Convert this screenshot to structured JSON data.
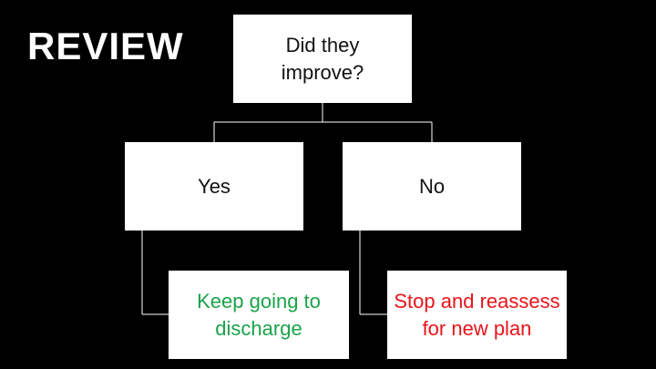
{
  "slide": {
    "title": "REVIEW"
  },
  "flowchart": {
    "question": {
      "lines": [
        "Did they",
        "improve?"
      ]
    },
    "yes": {
      "label": "Yes"
    },
    "no": {
      "label": "No"
    },
    "yes_outcome": {
      "lines": [
        "Keep going to",
        "discharge"
      ],
      "color": "#1aa34a"
    },
    "no_outcome": {
      "lines": [
        "Stop and reassess",
        "for new plan"
      ],
      "color": "#e8141b"
    }
  },
  "colors": {
    "background": "#000000",
    "box": "#ffffff",
    "connector": "#ffffff",
    "title": "#ffffff"
  }
}
